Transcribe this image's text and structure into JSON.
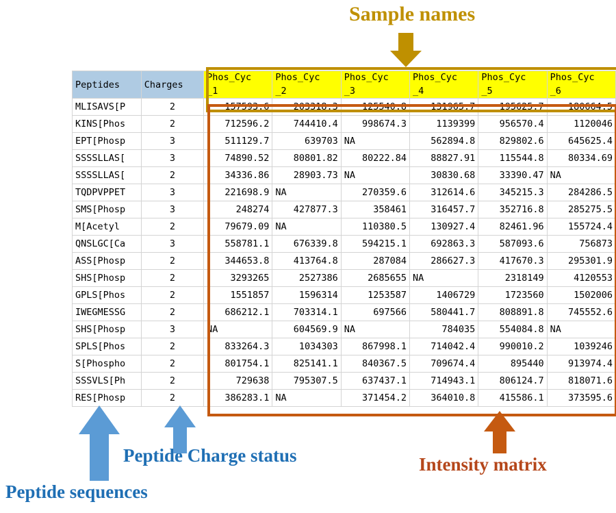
{
  "annotations": {
    "sample_names": {
      "label": "Sample names",
      "color": "#BF9000",
      "icon": "down-arrow-icon"
    },
    "peptide_sequences": {
      "label": "Peptide sequences",
      "color": "#1F6FB4",
      "icon": "up-arrow-icon"
    },
    "peptide_charge_status": {
      "label": "Peptide Charge status",
      "color": "#1F6FB4",
      "icon": "up-arrow-icon"
    },
    "intensity_matrix": {
      "label": "Intensity matrix",
      "color": "#B5471B",
      "icon": "up-arrow-icon"
    }
  },
  "table": {
    "headers": {
      "peptides": "Peptides",
      "charges": "Charges",
      "samples": [
        {
          "line1": "Phos_Cyc",
          "line2": "_1"
        },
        {
          "line1": "Phos_Cyc",
          "line2": "_2"
        },
        {
          "line1": "Phos_Cyc",
          "line2": "_3"
        },
        {
          "line1": "Phos_Cyc",
          "line2": "_4"
        },
        {
          "line1": "Phos_Cyc",
          "line2": "_5"
        },
        {
          "line1": "Phos_Cyc",
          "line2": "_6"
        }
      ]
    },
    "header_colors": {
      "id_columns": "#AFCBE3",
      "sample_columns": "#FFFF00"
    },
    "rows": [
      {
        "peptide": "MLISAVS[P",
        "charge": "2",
        "values": [
          "157593.6",
          "203318.3",
          "125540.8",
          "131965.7",
          "195625.7",
          "180664.5"
        ]
      },
      {
        "peptide": "KINS[Phos",
        "charge": "2",
        "values": [
          "712596.2",
          "744410.4",
          "998674.3",
          "1139399",
          "956570.4",
          "1120046"
        ]
      },
      {
        "peptide": "EPT[Phosp",
        "charge": "3",
        "values": [
          "511129.7",
          "639703",
          "NA",
          "562894.8",
          "829802.6",
          "645625.4"
        ]
      },
      {
        "peptide": "SSSSLLAS[",
        "charge": "3",
        "values": [
          "74890.52",
          "80801.82",
          "80222.84",
          "88827.91",
          "115544.8",
          "80334.69"
        ]
      },
      {
        "peptide": "SSSSLLAS[",
        "charge": "2",
        "values": [
          "34336.86",
          "28903.73",
          "NA",
          "30830.68",
          "33390.47",
          "NA"
        ]
      },
      {
        "peptide": "TQDPVPPET",
        "charge": "3",
        "values": [
          "221698.9",
          "NA",
          "270359.6",
          "312614.6",
          "345215.3",
          "284286.5"
        ]
      },
      {
        "peptide": "SMS[Phosp",
        "charge": "3",
        "values": [
          "248274",
          "427877.3",
          "358461",
          "316457.7",
          "352716.8",
          "285275.5"
        ]
      },
      {
        "peptide": "M[Acetyl",
        "charge": "2",
        "values": [
          "79679.09",
          "NA",
          "110380.5",
          "130927.4",
          "82461.96",
          "155724.4"
        ]
      },
      {
        "peptide": "QNSLGC[Ca",
        "charge": "3",
        "values": [
          "558781.1",
          "676339.8",
          "594215.1",
          "692863.3",
          "587093.6",
          "756873"
        ]
      },
      {
        "peptide": "ASS[Phosp",
        "charge": "2",
        "values": [
          "344653.8",
          "413764.8",
          "287084",
          "286627.3",
          "417670.3",
          "295301.9"
        ]
      },
      {
        "peptide": "SHS[Phosp",
        "charge": "2",
        "values": [
          "3293265",
          "2527386",
          "2685655",
          "NA",
          "2318149",
          "4120553"
        ]
      },
      {
        "peptide": "GPLS[Phos",
        "charge": "2",
        "values": [
          "1551857",
          "1596314",
          "1253587",
          "1406729",
          "1723560",
          "1502006"
        ]
      },
      {
        "peptide": "IWEGMESSG",
        "charge": "2",
        "values": [
          "686212.1",
          "703314.1",
          "697566",
          "580441.7",
          "808891.8",
          "745552.6"
        ]
      },
      {
        "peptide": "SHS[Phosp",
        "charge": "3",
        "values": [
          "NA",
          "604569.9",
          "NA",
          "784035",
          "554084.8",
          "NA"
        ]
      },
      {
        "peptide": "SPLS[Phos",
        "charge": "2",
        "values": [
          "833264.3",
          "1034303",
          "867998.1",
          "714042.4",
          "990010.2",
          "1039246"
        ]
      },
      {
        "peptide": "S[Phospho",
        "charge": "2",
        "values": [
          "801754.1",
          "825141.1",
          "840367.5",
          "709674.4",
          "895440",
          "913974.4"
        ]
      },
      {
        "peptide": "SSSVLS[Ph",
        "charge": "2",
        "values": [
          "729638",
          "795307.5",
          "637437.1",
          "714943.1",
          "806124.7",
          "818071.6"
        ]
      },
      {
        "peptide": "RES[Phosp",
        "charge": "2",
        "values": [
          "386283.1",
          "NA",
          "371454.2",
          "364010.8",
          "415586.1",
          "373595.6"
        ]
      }
    ]
  }
}
